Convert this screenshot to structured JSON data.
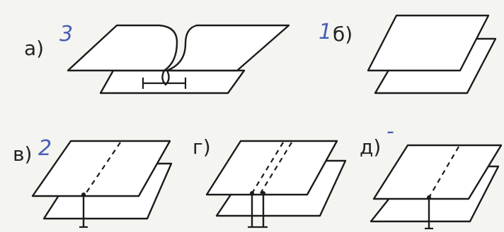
{
  "figures": [
    {
      "id": "a",
      "label": "а)",
      "annotation": "3"
    },
    {
      "id": "b",
      "label": "б)",
      "annotation": "1"
    },
    {
      "id": "v",
      "label": "в)",
      "annotation": "2"
    },
    {
      "id": "g",
      "label": "г)",
      "annotation": ""
    },
    {
      "id": "d",
      "label": "д)",
      "annotation": "-"
    }
  ],
  "colors": {
    "ink": "#1b1b1b",
    "pencil": "#4a5fb4",
    "paper": "#f4f4f1"
  }
}
